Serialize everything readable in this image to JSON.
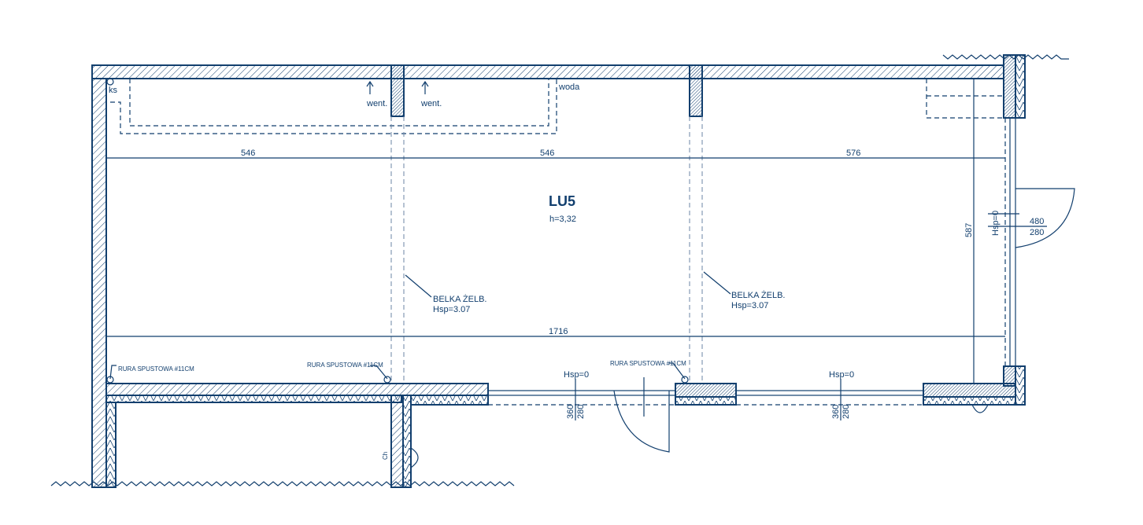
{
  "colors": {
    "ink": "#123f6e"
  },
  "room": {
    "name": "LU5",
    "height": "h=3,32"
  },
  "top_labels": {
    "ks": "ks",
    "went_left": "went.",
    "went_right": "went.",
    "woda": "woda"
  },
  "dimensions": {
    "span1": "546",
    "span2": "546",
    "span3": "576",
    "total": "1716",
    "depth": "587"
  },
  "beams": [
    {
      "name": "BELKA ŻELB.",
      "hsp": "Hsp=3.07"
    },
    {
      "name": "BELKA ŻELB.",
      "hsp": "Hsp=3.07"
    }
  ],
  "downpipes": [
    "RURA SPUSTOWA #11CM",
    "RURA SPUSTOWA #11CM",
    "RURA SPUSTOWA #11CM"
  ],
  "windows": [
    {
      "hsp": "Hsp=0",
      "upper": "360",
      "lower": "280"
    },
    {
      "hsp": "Hsp=0",
      "upper": "360",
      "lower": "280"
    },
    {
      "hsp": "Hsp=0",
      "upper": "480",
      "lower": "280"
    }
  ],
  "side_label": "Ch"
}
